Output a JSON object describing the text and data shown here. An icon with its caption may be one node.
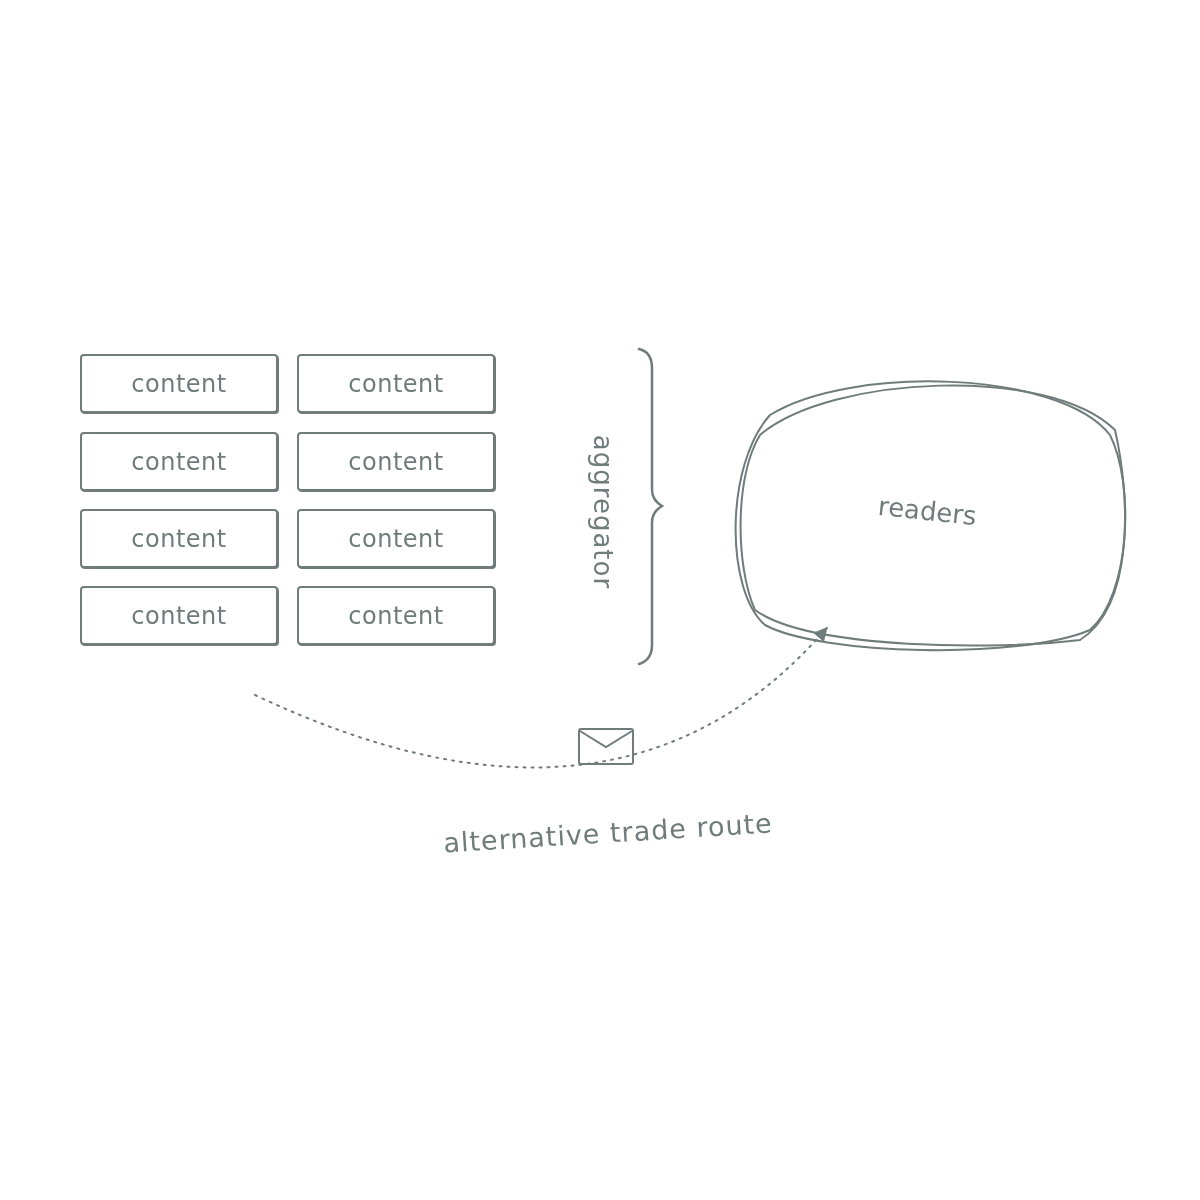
{
  "diagram": {
    "nodes": [
      {
        "text": [
          "content"
        ]
      },
      {
        "text": [
          "content"
        ]
      },
      {
        "text": [
          "content"
        ]
      },
      {
        "text": [
          "content"
        ]
      },
      {
        "text": [
          "content"
        ]
      },
      {
        "text": [
          "content"
        ]
      },
      {
        "text": [
          "content"
        ]
      },
      {
        "text": [
          "content"
        ]
      },
      {
        "text": [
          "readers"
        ]
      }
    ],
    "edges": [
      {
        "from": null,
        "to": 8,
        "arrow": "to",
        "style": "dashed",
        "label": "alternative trade route"
      }
    ],
    "labels": [
      "aggregator"
    ]
  }
}
